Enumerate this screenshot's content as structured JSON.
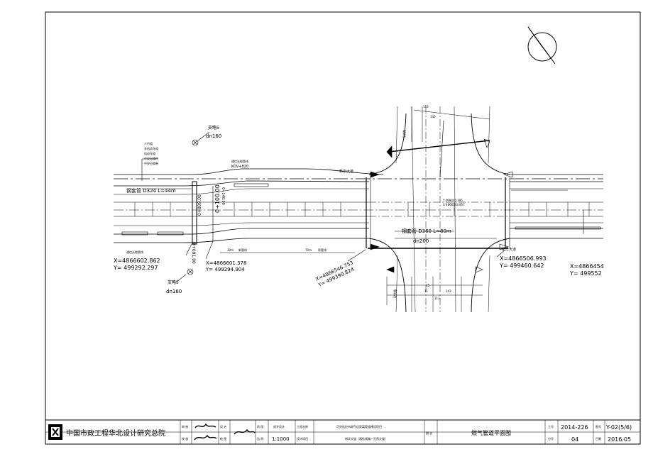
{
  "plan": {
    "branch_top": {
      "label": "支略5",
      "dn": "dn160"
    },
    "branch_bottom": {
      "label": "支略5",
      "dn": "dn160"
    },
    "left_pipe": "钢套管 D324 L=44m",
    "right_pipe": "钢套管 D360 L=80m",
    "main_dn": "dn200",
    "kov": "KOV+820",
    "street_left": "新华大道",
    "street_right": "新华大道",
    "legend": [
      "人行道",
      "非机动车道",
      "机动车道",
      "中央分隔带"
    ],
    "note_top": "通信光缆管线",
    "note_bottom": "通信光缆管线",
    "left_station": "0+009.00",
    "mid_station": "0+100.00",
    "vertical_station": "0+091.00",
    "station_bottom": "0+140.00",
    "coord_a": {
      "x": "X=4866602.862",
      "y": "Y= 499292.297"
    },
    "coord_b": {
      "x": "X=4866601.378",
      "y": "Y= 499294.904"
    },
    "coord_c": {
      "x": "X=4866546.753",
      "y": "Y= 499390.824"
    },
    "coord_d": {
      "x": "X=4866506.993",
      "y": "Y= 499460.642"
    },
    "coord_e": {
      "x": "X=4866454",
      "y": "Y= 499552"
    },
    "coord_center": {
      "x": "Y 499440.395",
      "y": "X 4866543.857"
    },
    "dim_30m": "30m",
    "dim_30m_label": "新管线",
    "dim_70m": "70m",
    "dim_70m_label": "原管线",
    "dim_143": "143",
    "dim_145": "145",
    "dim_153": "153",
    "dim_113": "113",
    "dim_15": "15",
    "dim_11": "11",
    "label_side_top": "现状路",
    "label_side_bottom": "现状路"
  },
  "titleblock": {
    "org": "中国市政工程华北设计研究总院",
    "review_label": "审 核",
    "check_label": "校 核",
    "design_label": "设 计",
    "draw_label": "绘 图",
    "stage_label": "阶 段",
    "stage_value": "初步设计",
    "scale_label": "比 例",
    "scale_value": "1:1000",
    "project_label": "工程名称",
    "project_value": "可克达拉市燃气远距离管道建设项目",
    "item_label": "设计项目",
    "item_value": "新华大道（通信线路—天然大道）",
    "drawing_label": "图 名",
    "drawing_value": "燃气管道平面图",
    "job_label": "工号",
    "job_value": "2014-226",
    "dwg_label": "图号",
    "dwg_value": "Y-02(5/6)",
    "sub_label": "分号",
    "sub_value": "04",
    "date_label": "日期",
    "date_value": "2016.05"
  }
}
